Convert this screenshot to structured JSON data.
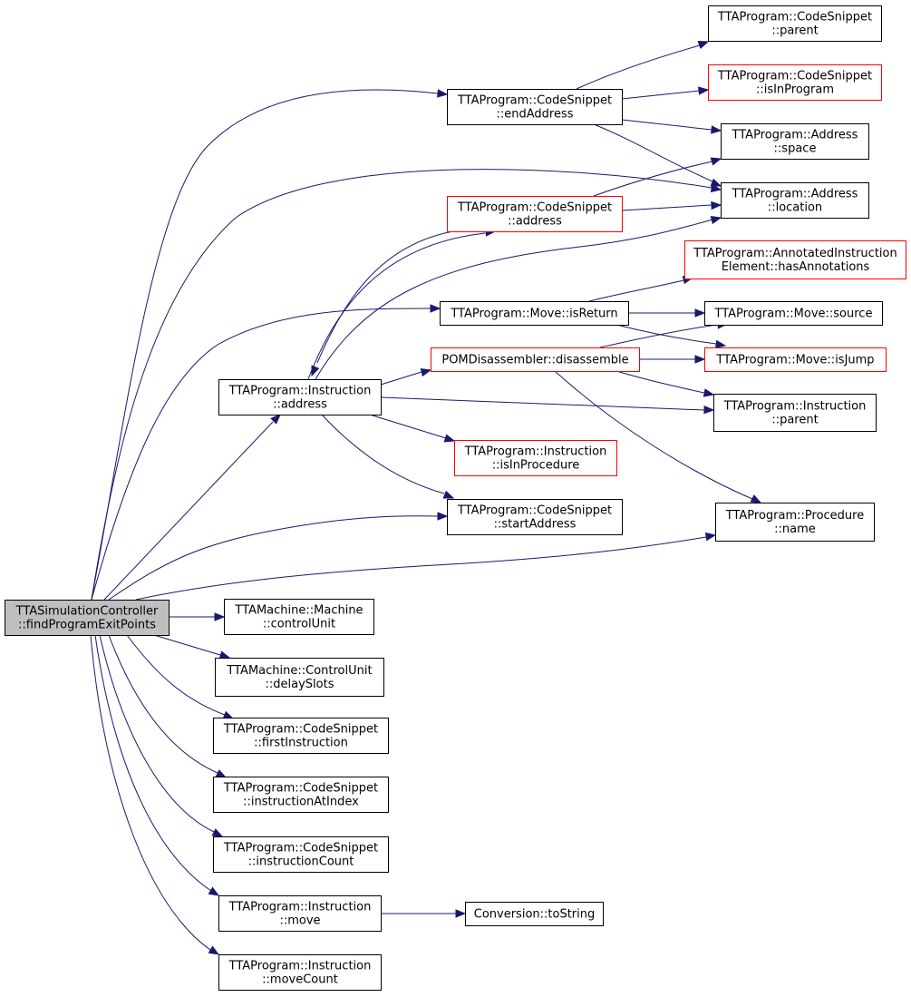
{
  "colors": {
    "edge": "#191970",
    "node_border": "#000000",
    "node_border_truncated": "#ff0000",
    "root_fill": "#bfbfbf",
    "background": "#ffffff"
  },
  "nodes": [
    {
      "id": "root",
      "lines": [
        "TTASimulationController",
        "::findProgramExitPoints"
      ],
      "style": "root"
    },
    {
      "id": "cs_endAddress",
      "lines": [
        "TTAProgram::CodeSnippet",
        "::endAddress"
      ],
      "style": "normal"
    },
    {
      "id": "cs_parent",
      "lines": [
        "TTAProgram::CodeSnippet",
        "::parent"
      ],
      "style": "normal"
    },
    {
      "id": "cs_isInProgram",
      "lines": [
        "TTAProgram::CodeSnippet",
        "::isInProgram"
      ],
      "style": "truncated"
    },
    {
      "id": "addr_space",
      "lines": [
        "TTAProgram::Address",
        "::space"
      ],
      "style": "normal"
    },
    {
      "id": "addr_location",
      "lines": [
        "TTAProgram::Address",
        "::location"
      ],
      "style": "normal"
    },
    {
      "id": "cs_address",
      "lines": [
        "TTAProgram::CodeSnippet",
        "::address"
      ],
      "style": "truncated"
    },
    {
      "id": "annot_has",
      "lines": [
        "TTAProgram::AnnotatedInstruction",
        "Element::hasAnnotations"
      ],
      "style": "truncated"
    },
    {
      "id": "move_isReturn",
      "lines": [
        "TTAProgram::Move::isReturn"
      ],
      "style": "normal"
    },
    {
      "id": "move_source",
      "lines": [
        "TTAProgram::Move::source"
      ],
      "style": "normal"
    },
    {
      "id": "pom_disassemble",
      "lines": [
        "POMDisassembler::disassemble"
      ],
      "style": "truncated"
    },
    {
      "id": "move_isJump",
      "lines": [
        "TTAProgram::Move::isJump"
      ],
      "style": "truncated"
    },
    {
      "id": "instr_address",
      "lines": [
        "TTAProgram::Instruction",
        "::address"
      ],
      "style": "normal"
    },
    {
      "id": "instr_parent",
      "lines": [
        "TTAProgram::Instruction",
        "::parent"
      ],
      "style": "normal"
    },
    {
      "id": "instr_isInProcedure",
      "lines": [
        "TTAProgram::Instruction",
        "::isInProcedure"
      ],
      "style": "truncated"
    },
    {
      "id": "cs_startAddress",
      "lines": [
        "TTAProgram::CodeSnippet",
        "::startAddress"
      ],
      "style": "normal"
    },
    {
      "id": "proc_name",
      "lines": [
        "TTAProgram::Procedure",
        "::name"
      ],
      "style": "normal"
    },
    {
      "id": "mach_controlUnit",
      "lines": [
        "TTAMachine::Machine",
        "::controlUnit"
      ],
      "style": "normal"
    },
    {
      "id": "cu_delaySlots",
      "lines": [
        "TTAMachine::ControlUnit",
        "::delaySlots"
      ],
      "style": "normal"
    },
    {
      "id": "cs_firstInstruction",
      "lines": [
        "TTAProgram::CodeSnippet",
        "::firstInstruction"
      ],
      "style": "normal"
    },
    {
      "id": "cs_instructionAtIndex",
      "lines": [
        "TTAProgram::CodeSnippet",
        "::instructionAtIndex"
      ],
      "style": "normal"
    },
    {
      "id": "cs_instructionCount",
      "lines": [
        "TTAProgram::CodeSnippet",
        "::instructionCount"
      ],
      "style": "normal"
    },
    {
      "id": "instr_move",
      "lines": [
        "TTAProgram::Instruction",
        "::move"
      ],
      "style": "normal"
    },
    {
      "id": "conv_toString",
      "lines": [
        "Conversion::toString"
      ],
      "style": "normal"
    },
    {
      "id": "instr_moveCount",
      "lines": [
        "TTAProgram::Instruction",
        "::moveCount"
      ],
      "style": "normal"
    }
  ],
  "edges": [
    {
      "from": "root",
      "to": "cs_endAddress"
    },
    {
      "from": "root",
      "to": "addr_location"
    },
    {
      "from": "root",
      "to": "move_isReturn"
    },
    {
      "from": "root",
      "to": "instr_address"
    },
    {
      "from": "root",
      "to": "cs_startAddress"
    },
    {
      "from": "root",
      "to": "proc_name"
    },
    {
      "from": "root",
      "to": "mach_controlUnit"
    },
    {
      "from": "root",
      "to": "cu_delaySlots"
    },
    {
      "from": "root",
      "to": "cs_firstInstruction"
    },
    {
      "from": "root",
      "to": "cs_instructionAtIndex"
    },
    {
      "from": "root",
      "to": "cs_instructionCount"
    },
    {
      "from": "root",
      "to": "instr_move"
    },
    {
      "from": "root",
      "to": "instr_moveCount"
    },
    {
      "from": "cs_endAddress",
      "to": "cs_parent"
    },
    {
      "from": "cs_endAddress",
      "to": "cs_isInProgram"
    },
    {
      "from": "cs_endAddress",
      "to": "addr_space"
    },
    {
      "from": "cs_endAddress",
      "to": "addr_location"
    },
    {
      "from": "cs_address",
      "to": "addr_space"
    },
    {
      "from": "cs_address",
      "to": "addr_location"
    },
    {
      "from": "cs_address",
      "to": "instr_address"
    },
    {
      "from": "instr_address",
      "to": "cs_address"
    },
    {
      "from": "instr_address",
      "to": "addr_location"
    },
    {
      "from": "instr_address",
      "to": "pom_disassemble"
    },
    {
      "from": "instr_address",
      "to": "instr_parent"
    },
    {
      "from": "instr_address",
      "to": "instr_isInProcedure"
    },
    {
      "from": "instr_address",
      "to": "cs_startAddress"
    },
    {
      "from": "move_isReturn",
      "to": "annot_has"
    },
    {
      "from": "move_isReturn",
      "to": "move_source"
    },
    {
      "from": "move_isReturn",
      "to": "move_isJump"
    },
    {
      "from": "pom_disassemble",
      "to": "move_source"
    },
    {
      "from": "pom_disassemble",
      "to": "move_isJump"
    },
    {
      "from": "pom_disassemble",
      "to": "instr_parent"
    },
    {
      "from": "pom_disassemble",
      "to": "proc_name"
    },
    {
      "from": "instr_move",
      "to": "conv_toString"
    }
  ]
}
